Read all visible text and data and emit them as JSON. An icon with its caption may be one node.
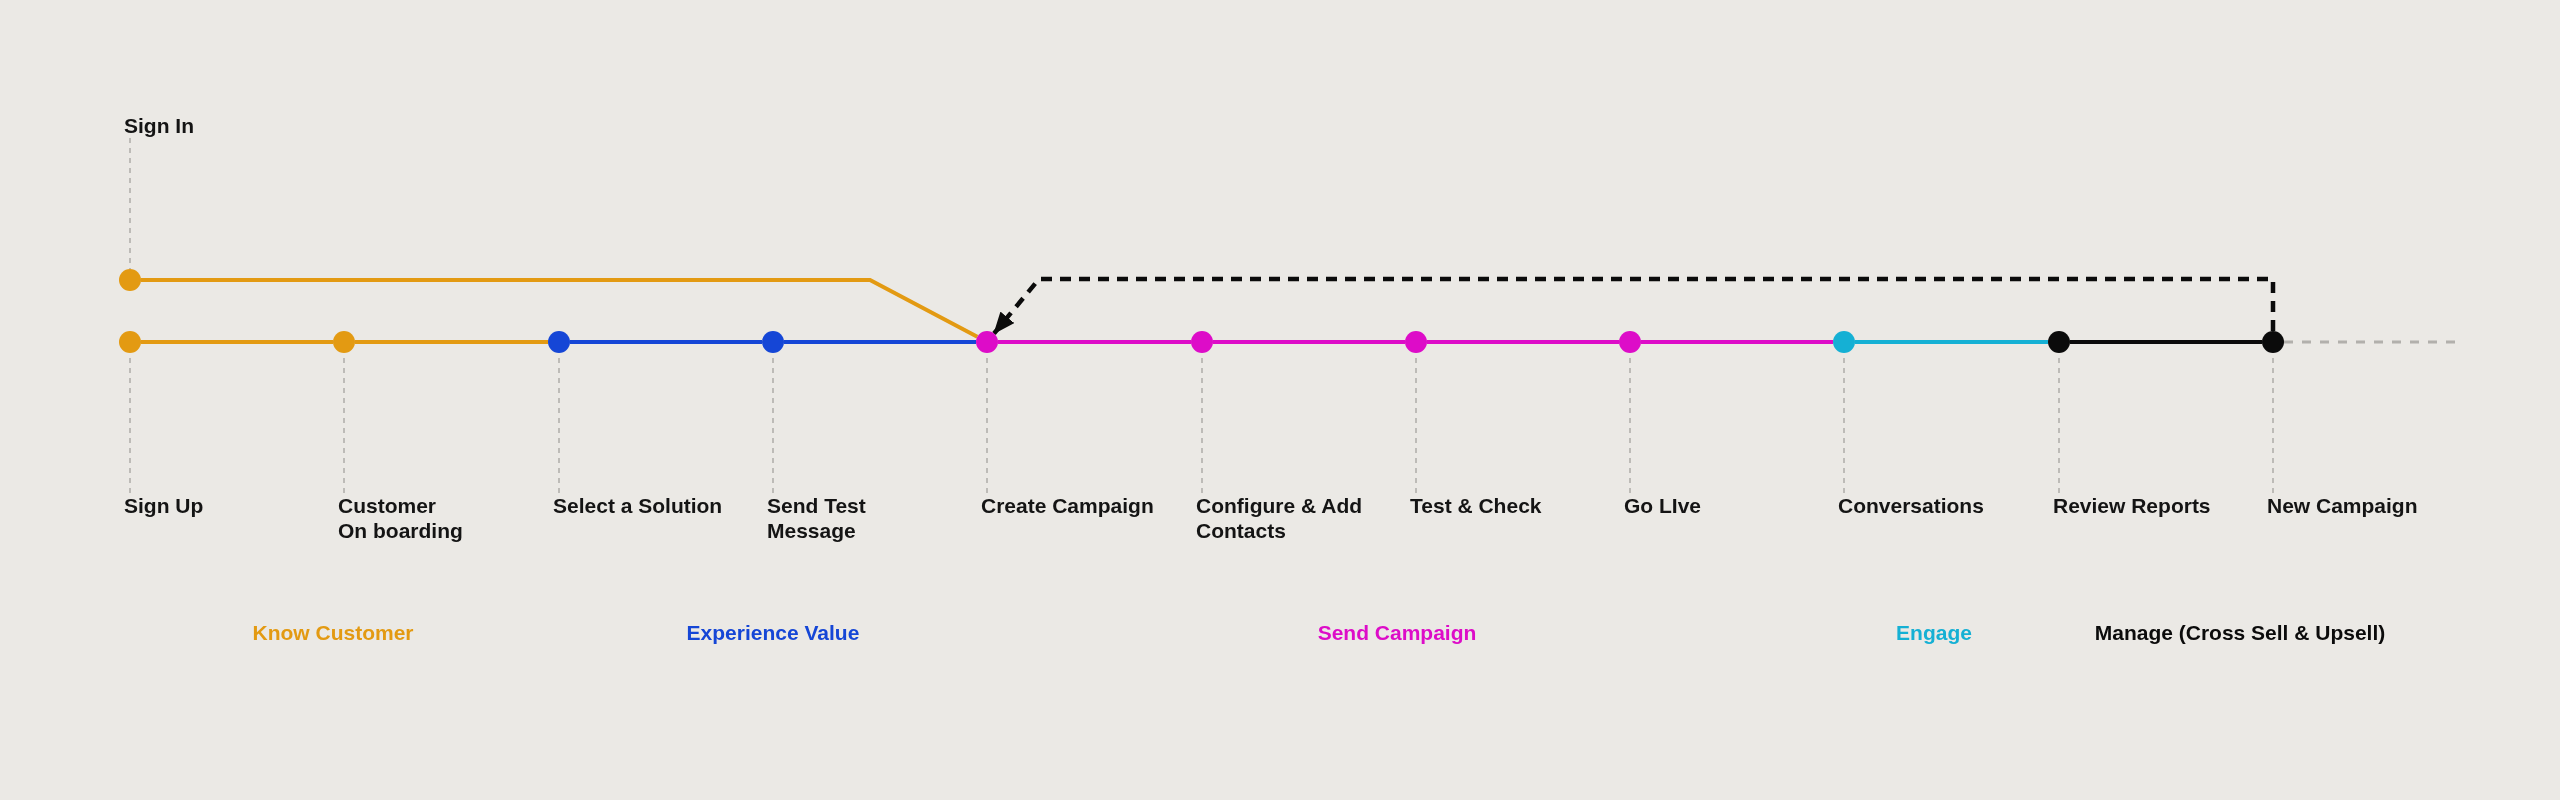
{
  "diagram": {
    "nodes": [
      {
        "text": [
          "Sign In"
        ]
      },
      {
        "text": [],
        "shape": "circle"
      },
      {
        "text": [],
        "shape": "circle"
      },
      {
        "text": [],
        "shape": "circle"
      },
      {
        "text": [],
        "shape": "circle"
      },
      {
        "text": [],
        "shape": "circle"
      },
      {
        "text": [],
        "shape": "circle"
      },
      {
        "text": [],
        "shape": "circle"
      },
      {
        "text": [],
        "shape": "circle"
      },
      {
        "text": [],
        "shape": "circle"
      },
      {
        "text": [],
        "shape": "circle"
      },
      {
        "text": [],
        "shape": "circle"
      },
      {
        "text": [],
        "shape": "circle"
      },
      {
        "text": [
          "Sign Up"
        ]
      },
      {
        "text": [
          "Customer On boarding"
        ]
      },
      {
        "text": [
          "Select a Solution"
        ]
      },
      {
        "text": [
          "Send Test Message"
        ]
      },
      {
        "text": [
          "Create Campaign"
        ]
      },
      {
        "text": [
          "Configure & Add Contacts"
        ]
      },
      {
        "text": [
          "Test & Check"
        ]
      },
      {
        "text": [
          "Go LIve"
        ]
      },
      {
        "text": [
          "Conversations"
        ]
      },
      {
        "text": [
          "Review Reports"
        ]
      },
      {
        "text": [
          "New Campaign"
        ]
      }
    ],
    "edges": [
      {
        "from": 0,
        "to": 1,
        "arrow": "none",
        "style": "dashed"
      },
      {
        "from": 1,
        "to": 6,
        "arrow": "none",
        "color": "#e39a12"
      },
      {
        "from": 2,
        "to": 3,
        "arrow": "none",
        "color": "#e39a12"
      },
      {
        "from": 3,
        "to": 4,
        "arrow": "none",
        "color": "#e39a12"
      },
      {
        "from": 4,
        "to": 5,
        "arrow": "none",
        "color": "#1546d6"
      },
      {
        "from": 5,
        "to": 6,
        "arrow": "none",
        "color": "#1546d6"
      },
      {
        "from": 6,
        "to": 7,
        "arrow": "none",
        "color": "#dd0cc8"
      },
      {
        "from": 7,
        "to": 8,
        "arrow": "none",
        "color": "#dd0cc8"
      },
      {
        "from": 8,
        "to": 9,
        "arrow": "none",
        "color": "#dd0cc8"
      },
      {
        "from": 9,
        "to": 10,
        "arrow": "none",
        "color": "#dd0cc8"
      },
      {
        "from": 10,
        "to": 11,
        "arrow": "none",
        "color": "#15b0d4"
      },
      {
        "from": 11,
        "to": 12,
        "arrow": "none",
        "color": "#0b0b0b"
      },
      {
        "from": 12,
        "to": 6,
        "arrow": "to",
        "style": "dashed",
        "color": "#0b0b0b"
      },
      {
        "from": 12,
        "to": null,
        "arrow": "none",
        "style": "dashed"
      },
      {
        "from": 13,
        "to": 2,
        "arrow": "none",
        "style": "dashed"
      },
      {
        "from": 14,
        "to": 3,
        "arrow": "none",
        "style": "dashed"
      },
      {
        "from": 15,
        "to": 4,
        "arrow": "none",
        "style": "dashed"
      },
      {
        "from": 16,
        "to": 5,
        "arrow": "none",
        "style": "dashed"
      },
      {
        "from": 17,
        "to": 6,
        "arrow": "none",
        "style": "dashed"
      },
      {
        "from": 18,
        "to": 7,
        "arrow": "none",
        "style": "dashed"
      },
      {
        "from": 19,
        "to": 8,
        "arrow": "none",
        "style": "dashed"
      },
      {
        "from": 20,
        "to": 9,
        "arrow": "none",
        "style": "dashed"
      },
      {
        "from": 21,
        "to": 10,
        "arrow": "none",
        "style": "dashed"
      },
      {
        "from": 22,
        "to": 11,
        "arrow": "none",
        "style": "dashed"
      },
      {
        "from": 23,
        "to": 12,
        "arrow": "none",
        "style": "dashed"
      }
    ],
    "labels": [
      "Know Customer",
      "Experience Value",
      "Send Campaign",
      "Engage",
      "Manage (Cross Sell & Upsell)"
    ]
  }
}
